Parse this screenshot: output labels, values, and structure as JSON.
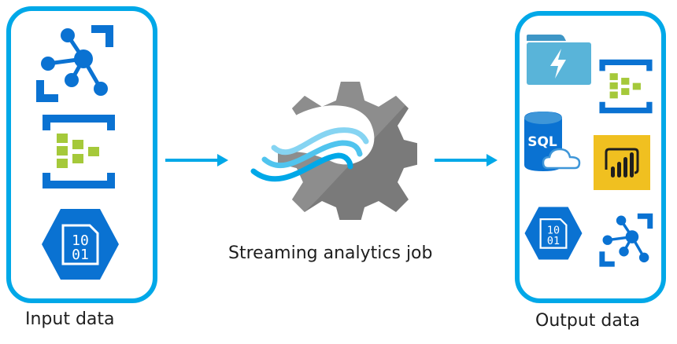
{
  "diagram": {
    "input": {
      "label": "Input data",
      "icons": [
        "event-grid-icon",
        "event-hubs-icon",
        "blob-storage-icon"
      ]
    },
    "center": {
      "label": "Streaming analytics job",
      "icon": "stream-analytics-gear-icon"
    },
    "output": {
      "label": "Output data",
      "icons": [
        "azure-functions-icon",
        "event-hubs-icon",
        "sql-database-icon",
        "power-bi-icon",
        "blob-storage-icon",
        "event-grid-icon"
      ]
    },
    "blob_text": {
      "line1": "10",
      "line2": "01"
    },
    "sql_text": "SQL",
    "colors": {
      "box_border": "#00a8e8",
      "arrow": "#00a8e8",
      "azure_blue": "#0a72d2",
      "event_hub_green": "#a5c93a",
      "gear_gray": "#7a7a7a",
      "power_bi_yellow": "#f0c020",
      "functions_folder": "#59b4d9"
    }
  }
}
